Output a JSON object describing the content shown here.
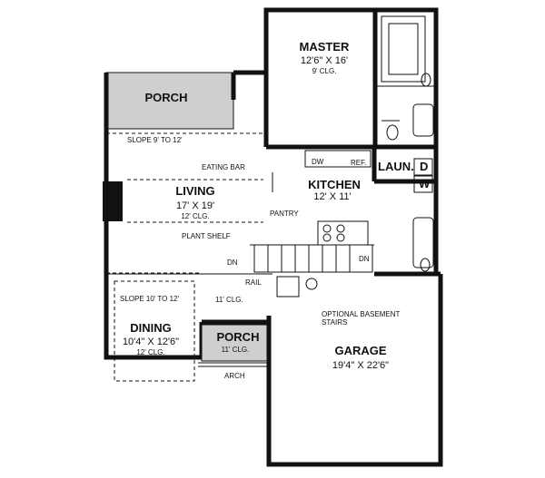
{
  "rooms": {
    "master": {
      "name": "MASTER",
      "dims": "12'6\" X 16'",
      "clg": "9' CLG."
    },
    "porch_top": {
      "name": "PORCH"
    },
    "living": {
      "name": "LIVING",
      "dims": "17' X 19'",
      "clg": "12' CLG."
    },
    "kitchen": {
      "name": "KITCHEN",
      "dims": "12' X 11'"
    },
    "laundry": {
      "name": "LAUN.",
      "washer": "W",
      "dryer": "D"
    },
    "dining": {
      "name": "DINING",
      "dims": "10'4\" X 12'6\"",
      "clg": "12' CLG."
    },
    "porch_bottom": {
      "name": "PORCH",
      "clg": "11' CLG."
    },
    "garage": {
      "name": "GARAGE",
      "dims": "19'4\" X 22'6\""
    }
  },
  "labels": {
    "slope_living": "SLOPE 9' TO 12'",
    "slope_dining": "SLOPE 10' TO 12'",
    "eating_bar": "EATING BAR",
    "dw": "DW",
    "ref": "REF.",
    "pantry": "PANTRY",
    "plant_shelf": "PLANT SHELF",
    "dn_left": "DN",
    "dn_right": "DN",
    "rail": "RAIL",
    "clg_11": "11' CLG.",
    "optional_stairs_1": "OPTIONAL BASEMENT",
    "optional_stairs_2": "STAIRS",
    "arch": "ARCH"
  }
}
